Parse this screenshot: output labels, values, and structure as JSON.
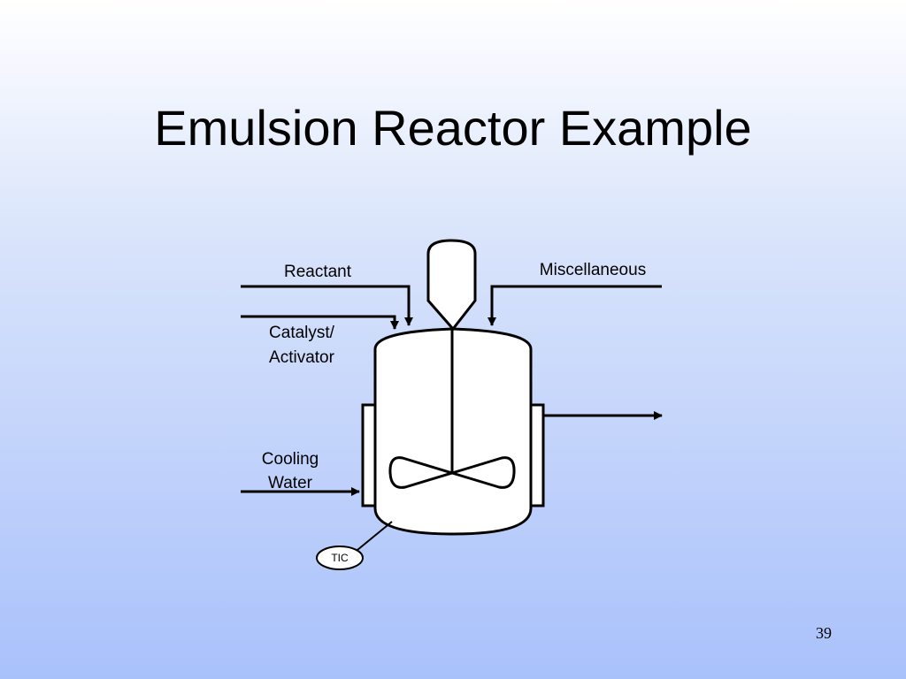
{
  "slide": {
    "title": "Emulsion Reactor Example",
    "page_number": "39"
  },
  "diagram": {
    "labels": {
      "reactant": "Reactant",
      "miscellaneous": "Miscellaneous",
      "catalyst_line1": "Catalyst/",
      "catalyst_line2": "Activator",
      "cooling_line1": "Cooling",
      "cooling_line2": "Water",
      "controller": "TIC"
    }
  }
}
